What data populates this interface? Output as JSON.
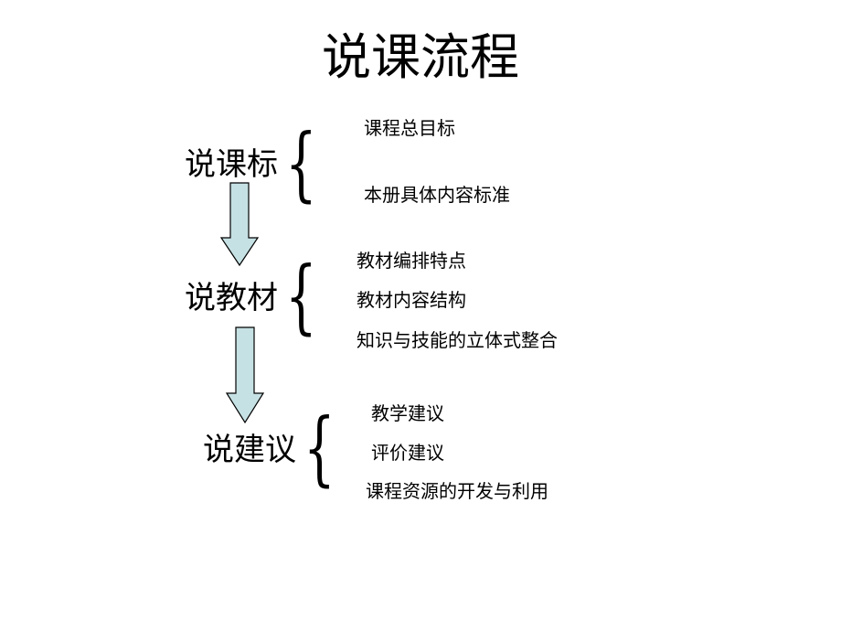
{
  "title": "说课流程",
  "sections": [
    {
      "label": "说课标",
      "items": [
        "课程总目标",
        "本册具体内容标准"
      ]
    },
    {
      "label": "说教材",
      "items": [
        "教材编排特点",
        "教材内容结构",
        "知识与技能的立体式整合"
      ]
    },
    {
      "label": "说建议",
      "items": [
        "教学建议",
        "评价建议",
        "课程资源的开发与利用"
      ]
    }
  ],
  "brace_glyph": "{",
  "colors": {
    "arrow_fill": "#c6e1e4",
    "arrow_stroke": "#000000",
    "text": "#000000",
    "background": "#ffffff"
  }
}
